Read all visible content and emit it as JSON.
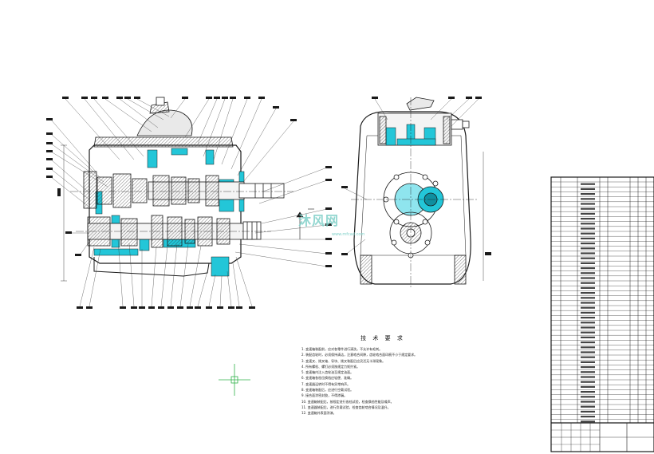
{
  "drawing": {
    "tech_requirements": {
      "title": "技 术 要 求",
      "notes": [
        "1. 变速箱装配前，应对各零件进行清洗，不允许有毛刺。",
        "2. 装配齿轮时，必须保持清洁，注意啮合间隙，齿轮啮合面印痕不小于规定要求。",
        "3. 变速叉、拨叉轴、导块、拨叉装配后应灵活无卡滞现象。",
        "4. 所有螺栓、螺钉必须按规定力矩拧紧。",
        "5. 变速箱内注入齿轮油至规定油面。",
        "6. 变速箱各档位换档应轻便、准确。",
        "7. 变速器运转时不得有异常响声。",
        "8. 变速箱装配后，应进行空载试验。",
        "9. 接合面涂密封胶，不得渗漏。",
        "10. 变速箱装配后，按规定进行各档试验，检查换档性能及噪声。",
        "11. 变速器装配后，进行负载试验，检查齿轮啮合情况及温升。",
        "12. 变速箱外表面涂漆。"
      ]
    },
    "watermark": {
      "text": "沐风网",
      "url": "www.mfcad.com"
    },
    "colors": {
      "line": "#1a1a1a",
      "hatch": "#2a2a2a",
      "section_fill": "#23c6d8",
      "section_fill_light": "#8fe5ee",
      "leader": "#333333",
      "cross_marker": "#2fb34a",
      "watermark": "#7fd0c8"
    }
  }
}
